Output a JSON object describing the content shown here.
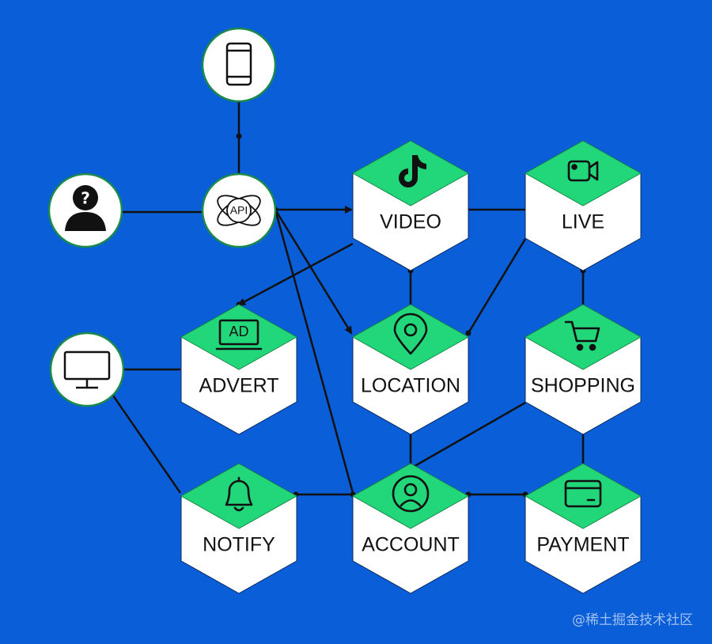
{
  "nodes": {
    "video": "VIDEO",
    "live": "LIVE",
    "advert": "ADVERT",
    "location": "LOCATION",
    "shopping": "SHOPPING",
    "notify": "NOTIFY",
    "account": "ACCOUNT",
    "payment": "PAYMENT",
    "api": "API",
    "ad_badge": "AD"
  },
  "watermark": "@稀土掘金技术社区",
  "colors": {
    "background": "#0a5ed8",
    "hex_top": "#22d67a",
    "hex_body": "#ffffff",
    "line": "#111111"
  },
  "icons": {
    "phone": "phone-icon",
    "user_unknown": "unknown-user-icon",
    "api": "api-icon",
    "monitor": "monitor-icon",
    "video": "tiktok-icon",
    "live": "video-camera-icon",
    "advert": "ad-icon",
    "location": "map-pin-icon",
    "shopping": "shopping-cart-icon",
    "notify": "bell-icon",
    "account": "user-icon",
    "payment": "credit-card-icon"
  }
}
